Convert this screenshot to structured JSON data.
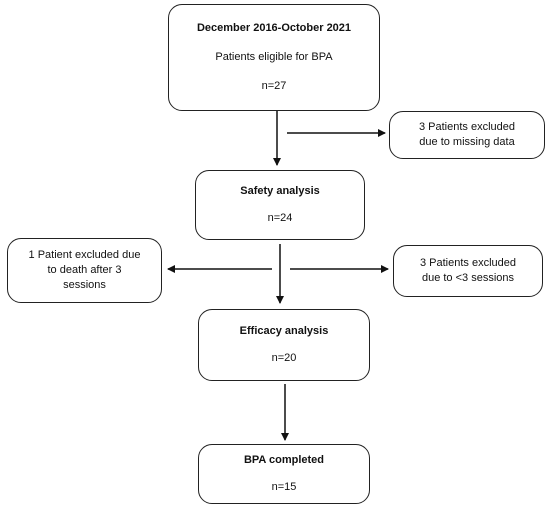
{
  "boxes": {
    "eligible": {
      "title": "December 2016-October 2021",
      "subtitle": "Patients eligible for BPA",
      "count": "n=27"
    },
    "excluded_missing": {
      "line1": "3 Patients excluded",
      "line2": "due to missing data"
    },
    "safety": {
      "title": "Safety analysis",
      "count": "n=24"
    },
    "excluded_death": {
      "line1": "1 Patient excluded due",
      "line2": "to death after 3",
      "line3": "sessions"
    },
    "excluded_sessions": {
      "line1": "3 Patients excluded",
      "line2": "due to <3 sessions"
    },
    "efficacy": {
      "title": "Efficacy analysis",
      "count": "n=20"
    },
    "completed": {
      "title": "BPA completed",
      "count": "n=15"
    }
  }
}
